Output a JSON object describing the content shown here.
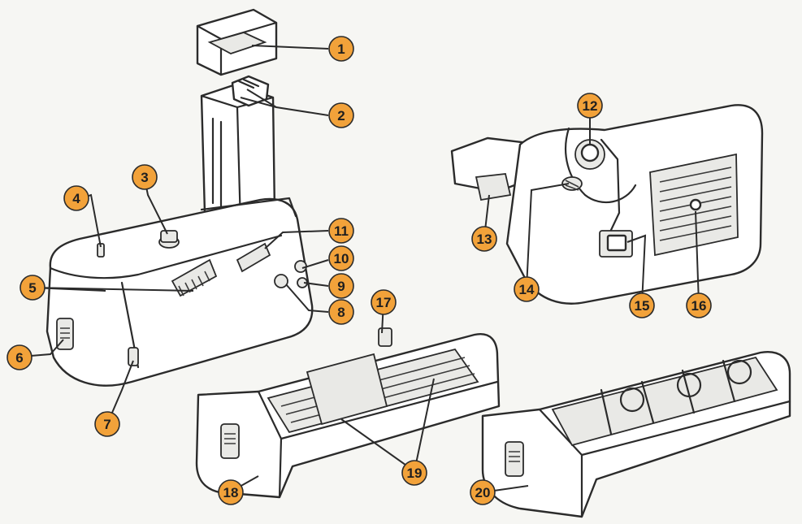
{
  "colors": {
    "badge_fill": "#f2a23a",
    "line": "#2b2b2b",
    "background": "#f6f6f3"
  },
  "callouts": [
    {
      "label": "1"
    },
    {
      "label": "2"
    },
    {
      "label": "3"
    },
    {
      "label": "4"
    },
    {
      "label": "5"
    },
    {
      "label": "6"
    },
    {
      "label": "7"
    },
    {
      "label": "8"
    },
    {
      "label": "9"
    },
    {
      "label": "10"
    },
    {
      "label": "11"
    },
    {
      "label": "12"
    },
    {
      "label": "13"
    },
    {
      "label": "14"
    },
    {
      "label": "15"
    },
    {
      "label": "16"
    },
    {
      "label": "17"
    },
    {
      "label": "18"
    },
    {
      "label": "19"
    },
    {
      "label": "20"
    }
  ]
}
